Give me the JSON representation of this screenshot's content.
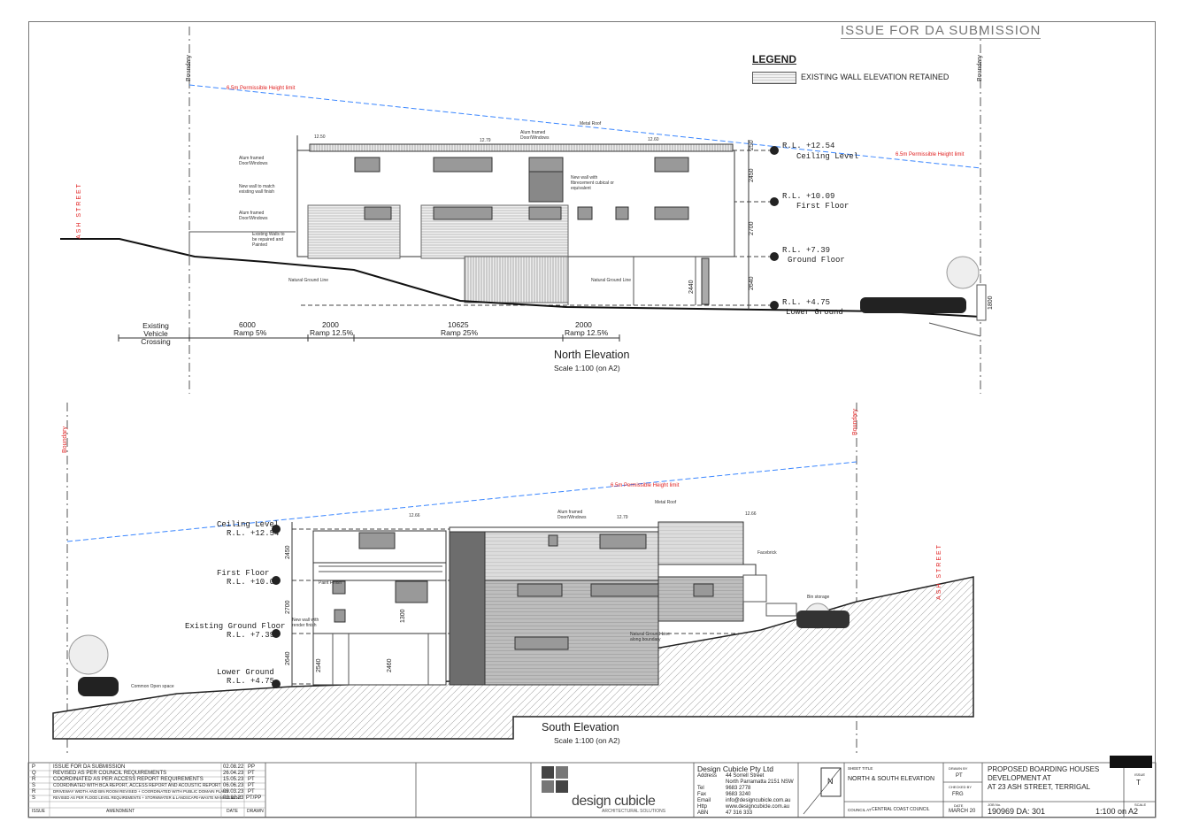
{
  "header": {
    "issue_stamp": "ISSUE FOR DA SUBMISSION",
    "legend_title": "LEGEND",
    "legend_item": "EXISTING WALL ELEVATION RETAINED"
  },
  "north": {
    "title": "North Elevation",
    "scale": "Scale 1:100 (on A2)",
    "boundary_label": "Boundary",
    "street_label": "ASH STREET",
    "height_limit": "6.5m Permissible Height limit",
    "levels": [
      {
        "rl": "R.L. +12.54",
        "name": "Ceiling Level"
      },
      {
        "rl": "R.L. +10.09",
        "name": "First Floor"
      },
      {
        "rl": "R.L. +7.39",
        "name": "Ground Floor"
      },
      {
        "rl": "R.L. +4.75",
        "name": "Lower Ground"
      }
    ],
    "dims_vertical": [
      "2450",
      "2700",
      "2640",
      "2440",
      "1800",
      "250"
    ],
    "dims_horizontal": [
      {
        "value": "",
        "label": "Existing Vehicle Crossing"
      },
      {
        "value": "6000",
        "label": "Ramp 5%"
      },
      {
        "value": "2000",
        "label": "Ramp 12.5%"
      },
      {
        "value": "10625",
        "label": "Ramp 25%"
      },
      {
        "value": "2000",
        "label": "Ramp 12.5%"
      }
    ],
    "annotations": {
      "metal_roof": "Metal Roof",
      "alum_frame_1": "Alum framed Door/Windows",
      "alum_frame_2": "Alum framed Door/Windows",
      "alum_frame_3": "Alum framed Door/Windows",
      "new_wall_match": "New wall to match existing wall finish",
      "new_wall_cladding": "New wall with fibrecement cubical or equivalent",
      "existing_walls": "Existing Walls to be repaired and Painted",
      "natural_ground_1": "Natural Ground Line",
      "natural_ground_2": "Natural Ground Line",
      "spot_1": "12.50",
      "spot_2": "12.79",
      "spot_3": "12.60"
    }
  },
  "south": {
    "title": "South Elevation",
    "scale": "Scale 1:100 (on A2)",
    "boundary_label": "Boundary",
    "street_label": "ASH STREET",
    "height_limit": "6.5m Permissible Height limit",
    "levels": [
      {
        "name": "Ceiling Level",
        "rl": "R.L. +12.54"
      },
      {
        "name": "First Floor",
        "rl": "R.L. +10.09"
      },
      {
        "name": "Existing Ground Floor",
        "rl": "R.L. +7.39"
      },
      {
        "name": "Lower Ground",
        "rl": "R.L. +4.75"
      }
    ],
    "dims_vertical": [
      "2450",
      "2700",
      "2640",
      "2540",
      "2460",
      "1300"
    ],
    "annotations": {
      "metal_roof": "Metal Roof",
      "alum_frame": "Alum framed Door/Windows",
      "facebrick": "Facebrick",
      "natural_ground": "Natural Ground Line along boundary",
      "common_open_space": "Common Open space",
      "new_wall": "New wall with render finish",
      "paint_finish": "Paint Finish",
      "bin_storage": "Bin storage",
      "spot_1": "12.66",
      "spot_2": "12.79",
      "spot_3": "12.66"
    }
  },
  "title_block": {
    "revisions": [
      {
        "rev": "P",
        "desc": "ISSUE FOR DA SUBMISSION",
        "date": "02.08.22",
        "by": "PP"
      },
      {
        "rev": "Q",
        "desc": "REVISED AS PER COUNCIL REQUIREMENTS",
        "date": "26.04.23",
        "by": "PT"
      },
      {
        "rev": "R",
        "desc": "COORDINATED AS PER ACCESS REPORT REQUIREMENTS",
        "date": "15.05.23",
        "by": "PT"
      },
      {
        "rev": "S",
        "desc": "COORDINATED WITH BCA REPORT, ACCESS REPORT AND ACOUSTIC REPORT",
        "date": "06.06.23",
        "by": "PT"
      },
      {
        "rev": "R",
        "desc": "DRIVEWAY WIDTH AND BIN ROOM REVISED + COORDINATED WITH PUBLIC DOMAIN PLANS",
        "date": "09.03.23",
        "by": "PT"
      },
      {
        "rev": "S",
        "desc": "REVISED AS PER FLOOD LEVEL REQUIREMENTS + STORMWATER & LANDSCAPE+WASTE MANAGEMENT",
        "date": "02.12.23",
        "by": "PT/PP"
      }
    ],
    "rev_headers": {
      "issue": "ISSUE",
      "amendment": "AMENDMENT",
      "date": "DATE",
      "drawn": "DRAWN"
    },
    "company_name": "Design Cubicle Pty Ltd",
    "logo_text": "design cubicle",
    "logo_sub": "ARCHITECTURAL SOLUTIONS",
    "contact": [
      {
        "label": "Address",
        "value": "44 Sorrell Street"
      },
      {
        "label": "",
        "value": "North Parramatta 2151 NSW"
      },
      {
        "label": "Tel",
        "value": "9683 2778"
      },
      {
        "label": "Fax",
        "value": "9683 3240"
      },
      {
        "label": "Email",
        "value": "info@designcubicle.com.au"
      },
      {
        "label": "Http",
        "value": "www.designcubicle.com.au"
      },
      {
        "label": "ABN",
        "value": "47 316 333"
      }
    ],
    "north_marker": "N",
    "sheet_title_label": "SHEET TITLE",
    "sheet_title": "NORTH & SOUTH ELEVATION",
    "council_label": "COUNCIL AT",
    "council": "CENTRAL COAST COUNCIL",
    "drawn_by_label": "DRAWN BY",
    "drawn_by": "PT",
    "checked_by_label": "CHECKED BY",
    "checked_by": "FRG",
    "date_label": "DATE",
    "date": "MARCH 20",
    "project": [
      "PROPOSED BOARDING HOUSES",
      "DEVELOPMENT AT",
      "AT 23 ASH STREET, TERRIGAL"
    ],
    "issue_label": "ISSUE",
    "issue": "T",
    "job_label": "JOB No.",
    "drawing_no": "190969 DA: 301",
    "scale_label": "SCALE",
    "scale": "1:100 on A2"
  }
}
